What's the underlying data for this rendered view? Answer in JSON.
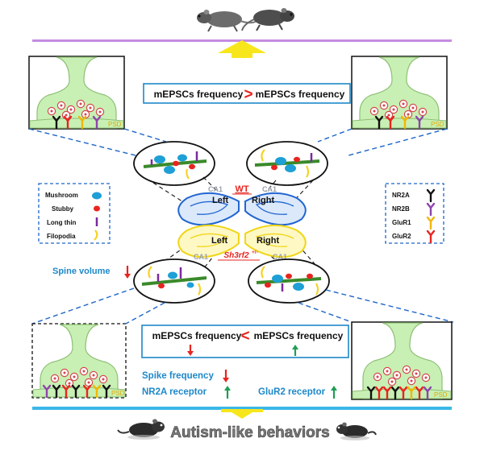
{
  "summary_top": {
    "left": "mEPSCs frequency",
    "symbol": ">",
    "right": "mEPSCs frequency"
  },
  "summary_bottom": {
    "left": "mEPSCs frequency",
    "symbol": "<",
    "right": "mEPSCs frequency"
  },
  "labels": {
    "wt": "WT",
    "ko_gene": "Sh3rf2",
    "ko_sup": "+/-",
    "left": "Left",
    "right": "Right",
    "ca1": "CA1",
    "psd": "PSD"
  },
  "spine_legend": {
    "items": [
      {
        "label": "Mushroom",
        "icon": "mushroom-spine-icon",
        "color": "#1e9fd6"
      },
      {
        "label": "Stubby",
        "icon": "stubby-spine-icon",
        "color": "#e8241f"
      },
      {
        "label": "Long thin",
        "icon": "long-thin-spine-icon",
        "color": "#7a2a9e"
      },
      {
        "label": "Filopodia",
        "icon": "filopodia-spine-icon",
        "color": "#f5d327"
      }
    ]
  },
  "receptor_legend": {
    "items": [
      {
        "label": "NR2A",
        "icon": "receptor-y-icon",
        "color": "#111111"
      },
      {
        "label": "NR2B",
        "icon": "receptor-y-icon",
        "color": "#8e44ad"
      },
      {
        "label": "GluR1",
        "icon": "receptor-y-icon",
        "color": "#f2b705"
      },
      {
        "label": "GluR2",
        "icon": "receptor-y-icon",
        "color": "#e8241f"
      }
    ]
  },
  "annotations": {
    "spine_volume": "Spine volume",
    "spike_frequency": "Spike frequency",
    "nr2a_receptor": "NR2A receptor",
    "glur2_receptor": "GluR2 receptor",
    "behavior": "Autism-like behaviors"
  },
  "colors": {
    "accent_blue": "#1e88c8",
    "up_green": "#1f9d55",
    "down_red": "#e8241f",
    "synapse_fill": "#c8f0b4",
    "top_bar": "#c58be0",
    "bottom_bar": "#3bb8e8",
    "arrow_yellow": "#f7e61c"
  }
}
